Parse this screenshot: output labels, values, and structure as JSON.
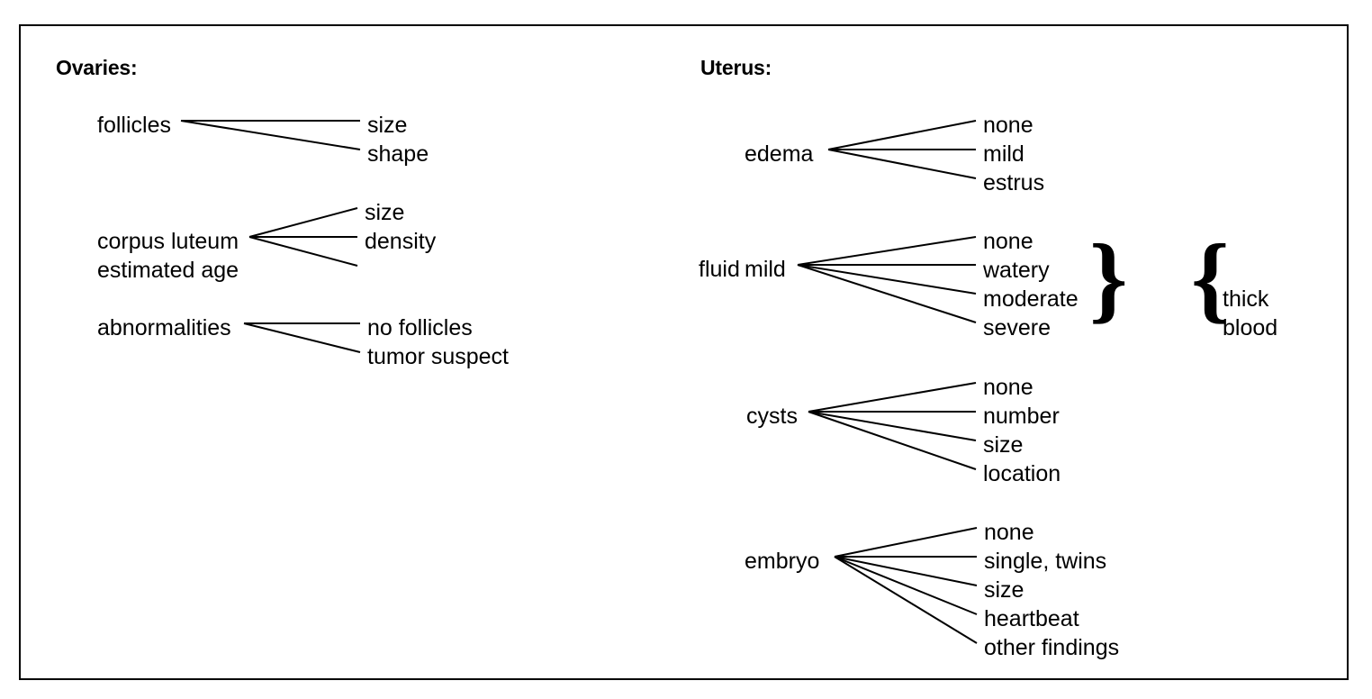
{
  "figure": {
    "border_color": "#000000",
    "background_color": "#ffffff",
    "text_color": "#000000"
  },
  "sections": [
    {
      "id": "ovaries",
      "heading": "Ovaries:",
      "groups": [
        {
          "id": "follicles",
          "label": "follicles",
          "sublabel": "",
          "children": [
            "size",
            "shape"
          ]
        },
        {
          "id": "corpus-luteum",
          "label": "corpus luteum",
          "sublabel": "estimated age",
          "children": [
            "size",
            "density"
          ]
        },
        {
          "id": "abnormalities",
          "label": "abnormalities",
          "sublabel": "",
          "children": [
            "no follicles",
            "tumor suspect"
          ]
        }
      ]
    },
    {
      "id": "uterus",
      "heading": "Uterus:",
      "groups": [
        {
          "id": "edema",
          "label": "edema",
          "sublabel": "",
          "children": [
            "none",
            "mild",
            "estrus"
          ]
        },
        {
          "id": "fluid",
          "label": "fluid",
          "sublabel": "mild",
          "children": [
            "none",
            "watery",
            "moderate",
            "severe"
          ],
          "brace_close": "}",
          "brace_open": "{",
          "brace_children": [
            "thick",
            "blood"
          ]
        },
        {
          "id": "cysts",
          "label": "cysts",
          "sublabel": "",
          "children": [
            "none",
            "number",
            "size",
            "location"
          ]
        },
        {
          "id": "embryo",
          "label": "embryo",
          "sublabel": "",
          "children": [
            "none",
            "single, twins",
            "size",
            "heartbeat",
            "other findings"
          ]
        }
      ]
    }
  ]
}
